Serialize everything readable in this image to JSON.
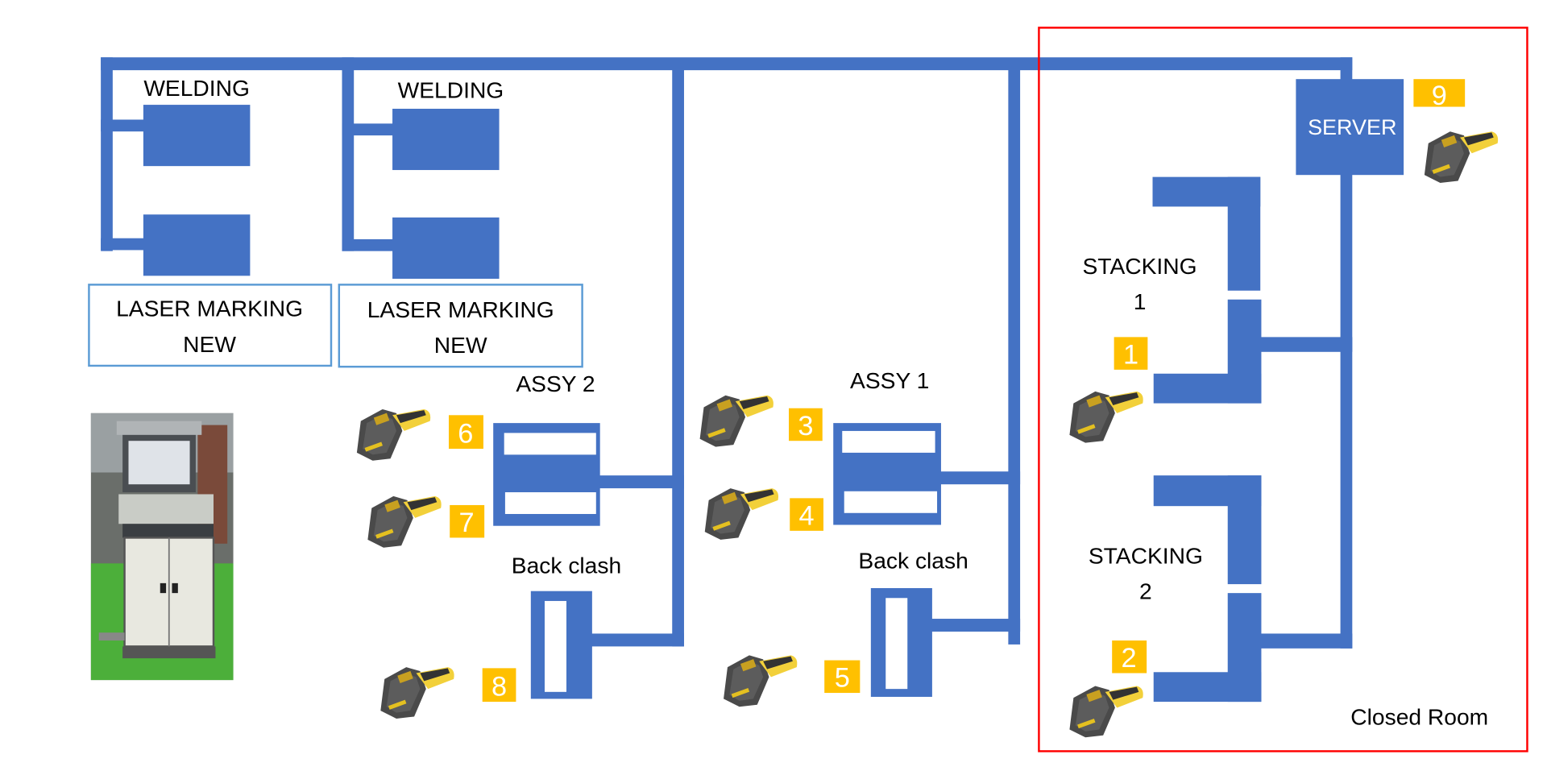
{
  "colors": {
    "line": "#4472c4",
    "badge": "#ffc000",
    "closed_room_border": "#ff0000",
    "laser_border": "#5b9bd5"
  },
  "labels": {
    "welding_1": "WELDING",
    "welding_2": "WELDING",
    "laser_1_line1": "LASER MARKING",
    "laser_1_line2": "NEW",
    "laser_2_line1": "LASER MARKING",
    "laser_2_line2": "NEW",
    "assy_2": "ASSY 2",
    "assy_1": "ASSY 1",
    "back_clash_2": "Back clash",
    "back_clash_1": "Back clash",
    "stacking_1_line1": "STACKING",
    "stacking_1_line2": "1",
    "stacking_2_line1": "STACKING",
    "stacking_2_line2": "2",
    "server": "SERVER",
    "closed_room": "Closed Room"
  },
  "badges": [
    "1",
    "2",
    "3",
    "4",
    "5",
    "6",
    "7",
    "8",
    "9"
  ],
  "icons": {
    "scanner": "barcode-scanner-icon",
    "photo": "workstation-kiosk-photo"
  }
}
